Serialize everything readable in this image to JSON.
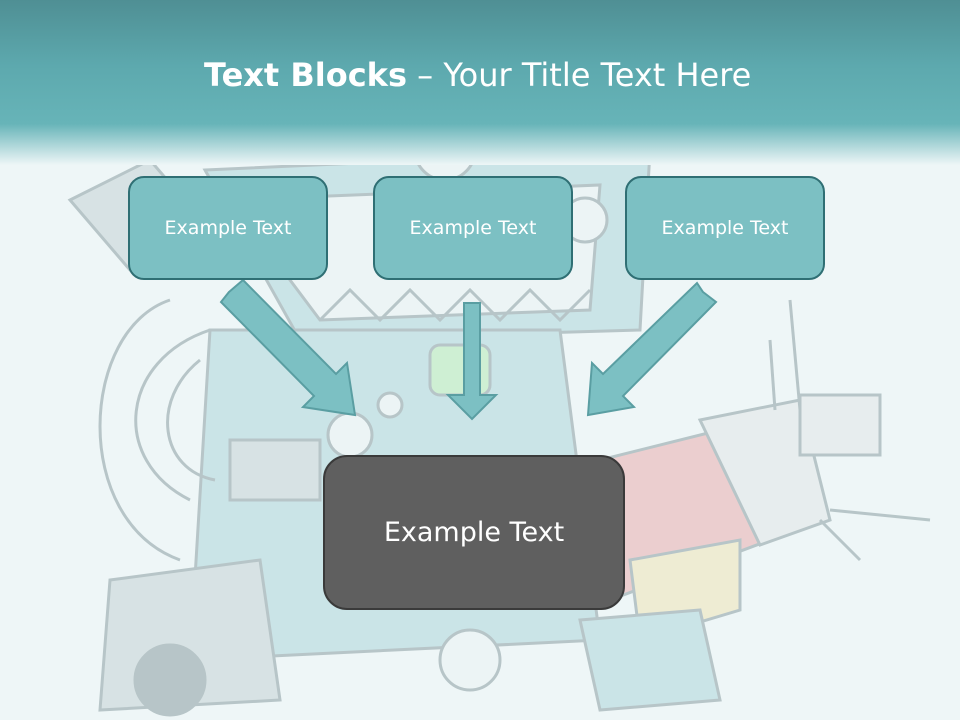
{
  "header": {
    "title_bold": "Text Blocks",
    "title_dash": " – ",
    "title_rest": "Your Title Text Here"
  },
  "diagram": {
    "top_boxes": [
      {
        "label": "Example Text"
      },
      {
        "label": "Example Text"
      },
      {
        "label": "Example Text"
      }
    ],
    "bottom_box": {
      "label": "Example Text"
    }
  },
  "colors": {
    "header_teal": "#5da9ae",
    "box_fill": "#7cc0c3",
    "box_border": "#2f6f74",
    "dark_box_fill": "#5f5f5f",
    "arrow_fill": "#7cc0c3"
  },
  "background_image": "robot-illustration"
}
